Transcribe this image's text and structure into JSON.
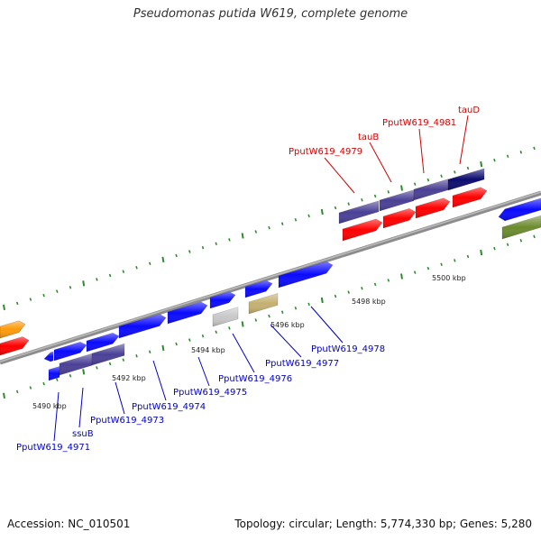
{
  "title": "Pseudomonas putida W619, complete genome",
  "footer": {
    "accession": "Accession: NC_010501",
    "summary": "Topology: circular; Length: 5,774,330 bp; Genes: 5,280"
  },
  "colors": {
    "backbone": "#8c8c8c",
    "tick": "#2e8b2e",
    "blue_gene": "#0a0aff",
    "slate_gene": "#4a4096",
    "navy_gene": "#0c0c70",
    "red_gene": "#ff0000",
    "orange_gene": "#ff9a0a",
    "gray_gene": "#c8c8c8",
    "khaki_gene": "#c4b070",
    "olive_gene": "#6c8c2e",
    "label_red": "#d40000",
    "label_blue": "#0000c8"
  },
  "kbp_labels": [
    "5490 kbp",
    "5492 kbp",
    "5494 kbp",
    "5496 kbp",
    "5498 kbp",
    "5500 kbp"
  ],
  "top_gene_labels": [
    "PputW619_4979",
    "tauB",
    "PputW619_4981",
    "tauD"
  ],
  "bottom_gene_labels": [
    "PputW619_4971",
    "ssuB",
    "PputW619_4973",
    "PputW619_4974",
    "PputW619_4975",
    "PputW619_4976",
    "PputW619_4977",
    "PputW619_4978"
  ]
}
